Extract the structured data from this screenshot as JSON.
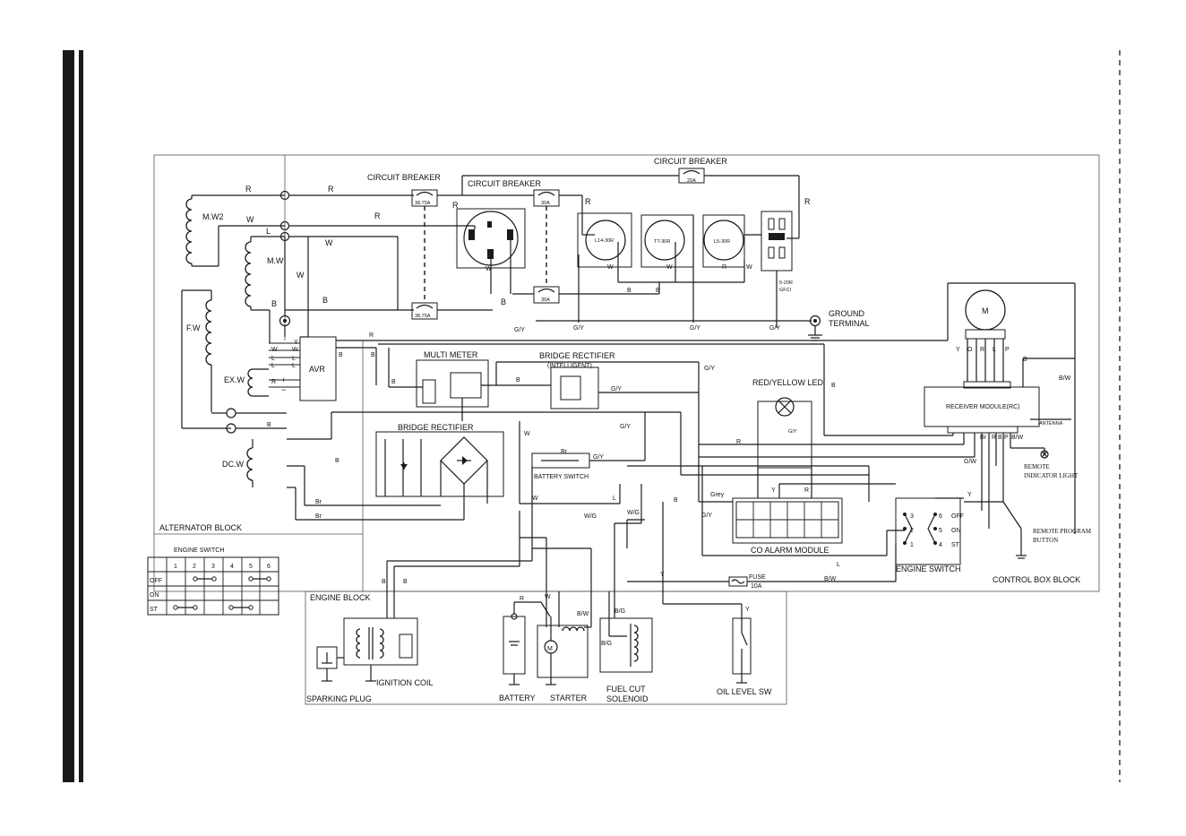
{
  "blocks": {
    "alternator": "ALTERNATOR BLOCK",
    "engine": "ENGINE BLOCK",
    "control_box": "CONTROL BOX BLOCK"
  },
  "alternator": {
    "mw2": "M.W2",
    "mw": "M.W",
    "fw": "F.W",
    "exw": "EX.W",
    "dcw": "DC.W",
    "avr": "AVR"
  },
  "breakers": {
    "main_title": "CIRCUIT BREAKER",
    "main_rating": "38.75A",
    "main_rating_b": "38.75A",
    "second_title": "CIRCUIT BREAKER",
    "second_rating": "30A",
    "second_rating_b": "30A",
    "top_title": "CIRCUIT BREAKER",
    "top_rating": "20A"
  },
  "outlets": {
    "l14": "L14-30R",
    "tt": "TT-30R",
    "l5": "L5-30R",
    "gfci_a": "5-20R",
    "gfci_b": "GFCI"
  },
  "ground": {
    "line1": "GROUND",
    "line2": "TERMINAL"
  },
  "modules": {
    "multimeter": "MULTI METER",
    "bridge_intel_a": "BRIDGE RECTIFIER",
    "bridge_intel_b": "(INTELLIGENT)",
    "bridge": "BRIDGE RECTIFIER",
    "battery_switch": "BATTERY SWITCH",
    "led": "RED/YELLOW LED",
    "co_alarm": "CO ALARM MODULE",
    "receiver": "RECEIVER MODULE(RC)",
    "antenna": "ANTENNA",
    "motor": "M",
    "remote_light_a": "REMOTE",
    "remote_light_b": "INDICATOR LIGHT",
    "remote_prog_a": "REMOTE PROGRAM",
    "remote_prog_b": "BUTTON",
    "engine_switch": "ENGINE SWITCH",
    "sw_off": "OFF",
    "sw_on": "ON",
    "sw_st": "ST",
    "n1": "1",
    "n2": "2",
    "n3": "3",
    "n4": "4",
    "n5": "5",
    "n6": "6",
    "fuse_a": "FUSE",
    "fuse_b": "10A"
  },
  "engine": {
    "sparking_plug": "SPARKING PLUG",
    "ignition_coil": "IGNITION COIL",
    "battery": "BATTERY",
    "starter": "STARTER",
    "fuel_cut_a": "FUEL CUT",
    "fuel_cut_b": "SOLENOID",
    "oil_level": "OIL LEVEL SW",
    "starter_m": "M"
  },
  "switch_table": {
    "title": "ENGINE SWITCH",
    "columns": [
      "1",
      "2",
      "3",
      "4",
      "5",
      "6"
    ],
    "rows": [
      "OFF",
      "ON",
      "ST"
    ]
  },
  "wires": {
    "R": "R",
    "W": "W",
    "L": "L",
    "B": "B",
    "Y": "Y",
    "GY": "G/Y",
    "Br": "Br",
    "BW": "B/W",
    "WG": "W/G",
    "BG": "B/G",
    "GW": "G/W",
    "Grey": "Grey",
    "O": "O",
    "P": "P",
    "plus": "+",
    "minus": "−"
  }
}
